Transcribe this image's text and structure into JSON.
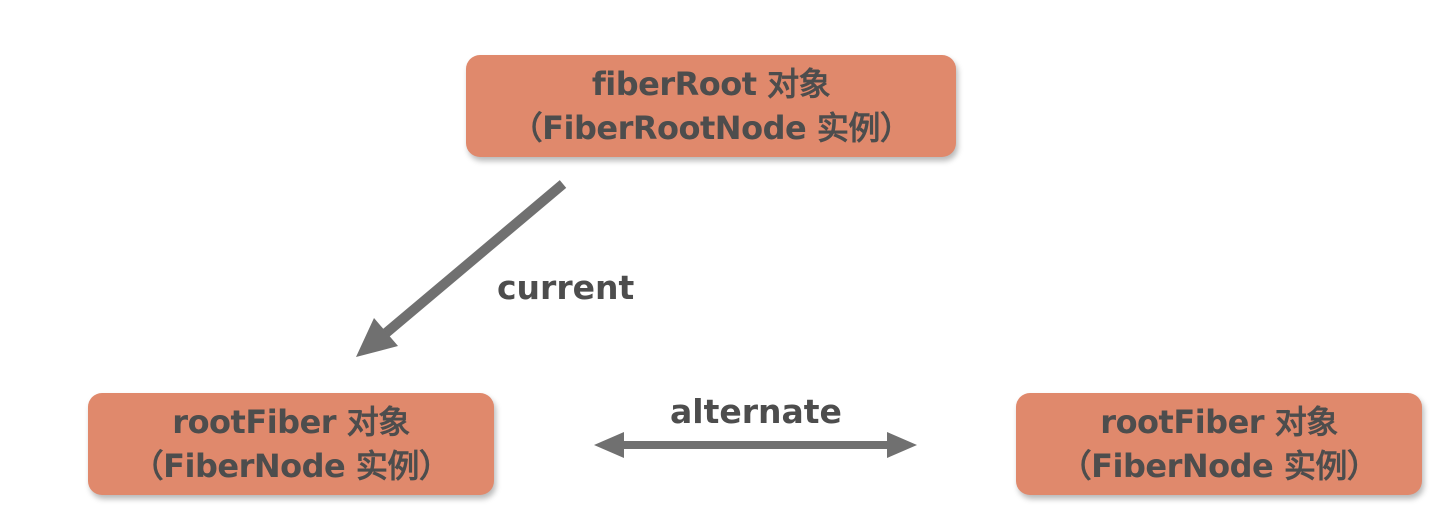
{
  "nodes": {
    "fiber_root": {
      "line1": "fiberRoot 对象",
      "line2": "（FiberRootNode 实例）"
    },
    "root_fiber_left": {
      "line1": "rootFiber 对象",
      "line2": "（FiberNode 实例）"
    },
    "root_fiber_right": {
      "line1": "rootFiber 对象",
      "line2": "（FiberNode 实例）"
    }
  },
  "edges": {
    "current": {
      "label": "current",
      "from": "fiber_root",
      "to": "root_fiber_left",
      "direction": "one-way"
    },
    "alternate": {
      "label": "alternate",
      "from": "root_fiber_left",
      "to": "root_fiber_right",
      "direction": "two-way"
    }
  },
  "colors": {
    "node_fill": "#e0896c",
    "text": "#4d4d4d",
    "arrow": "#707070",
    "background": "#ffffff"
  }
}
